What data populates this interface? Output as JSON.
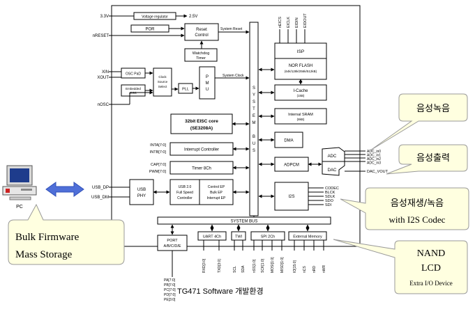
{
  "title": "TG471 Software 개발환경",
  "pins_left": {
    "v33": "3.3V",
    "nreset": "nRESET",
    "xin": "XIN",
    "xout": "XOUT",
    "nosc": "nOSC",
    "inta": "INTA[7:0]",
    "intb": "INTB[7:0]",
    "cap": "CAP[7:0]",
    "pwm": "PWM[7:0]",
    "usb_dp": "USB_DP",
    "usb_dm": "USB_DM"
  },
  "blocks": {
    "voltage_regulator": "Voltage regulator",
    "v25": "2.5V",
    "por": "POR",
    "reset_control": [
      "Reset",
      "Control"
    ],
    "system_reset": "System Reset",
    "watchdog": [
      "Watchdog",
      "Timer"
    ],
    "osc_pad": "OSC PaD",
    "embedded_osc": [
      "Embedded",
      "OSC"
    ],
    "clock_select": [
      "Clock",
      "Source",
      "Select"
    ],
    "pll": "PLL",
    "pmu": [
      "P",
      "M",
      "U"
    ],
    "system_clock": "System Clock",
    "core": [
      "32bit EISC core",
      "(SE3208A)"
    ],
    "interrupt": "Interrupt Controller",
    "timer": "Timer 8Ch",
    "usb_phy": [
      "USB",
      "PHY"
    ],
    "usb_fs": [
      "USB 2.0",
      "Full Speed",
      "Controller"
    ],
    "control_ep": [
      "Control EP",
      "Bulk EP",
      "Interrupt EP"
    ],
    "system_bus_vertical": [
      "S",
      "Y",
      "S",
      "T",
      "E",
      "M",
      "",
      "B",
      "U",
      "S"
    ],
    "isp": "ISP",
    "isp_pins": [
      "nEICS",
      "EICLK",
      "EIDIN",
      "EIDOUT"
    ],
    "nor_flash": [
      "NOR FLASH",
      "(64k/128k/256k/512kB)"
    ],
    "icache": [
      "I-Cache",
      "(1kB)"
    ],
    "sram": [
      "Internal SRAM",
      "(8kB)"
    ],
    "dma": "DMA",
    "adpcm": "ADPCM",
    "i2s": "I2S",
    "adc": "ADC",
    "dac": "DAC",
    "adc_pins": [
      "ADC_in0",
      "ADC_in1",
      "ADC_in2",
      "ADC_in3"
    ],
    "dac_pin": "DAC_VOUT",
    "i2s_pins": [
      "CODEC",
      "BLCK",
      "SDLK",
      "SDO",
      "SDI"
    ],
    "system_bus": "SYSTEM   BUS",
    "port": [
      "PORT",
      "A/B/C/D/E"
    ],
    "uart": "UART 4Ch",
    "twi": "TWI",
    "spi": "SPI 2Ch",
    "ext_mem": "External Memory",
    "port_pins": [
      "PA[7:0]",
      "PB[7:0]",
      "PC[7:0]",
      "PD[7:0]",
      "PE[3:0]"
    ],
    "bottom_pins": [
      "RXD[3:0]",
      "TXD[3:0]",
      "SCL",
      "SDA",
      "nSS[1:0]",
      "SCK[1:0]",
      "MOSI[1:0]",
      "MISO[1:0]",
      "IO[15:0]",
      "nCS",
      "nRD",
      "nWR"
    ]
  },
  "pc_label": "PC",
  "callouts": {
    "rec": "음성녹음",
    "out": "음성출력",
    "i2s": [
      "음성재생/녹음",
      "with I2S Codec"
    ],
    "bulk": [
      "Bulk Firmware",
      "Mass Storage"
    ],
    "nand": [
      "NAND",
      "LCD",
      "Extra I/O Device"
    ]
  },
  "colors": {
    "callout_fill": "#ffffe0",
    "arrow": "#4f6fd8"
  }
}
